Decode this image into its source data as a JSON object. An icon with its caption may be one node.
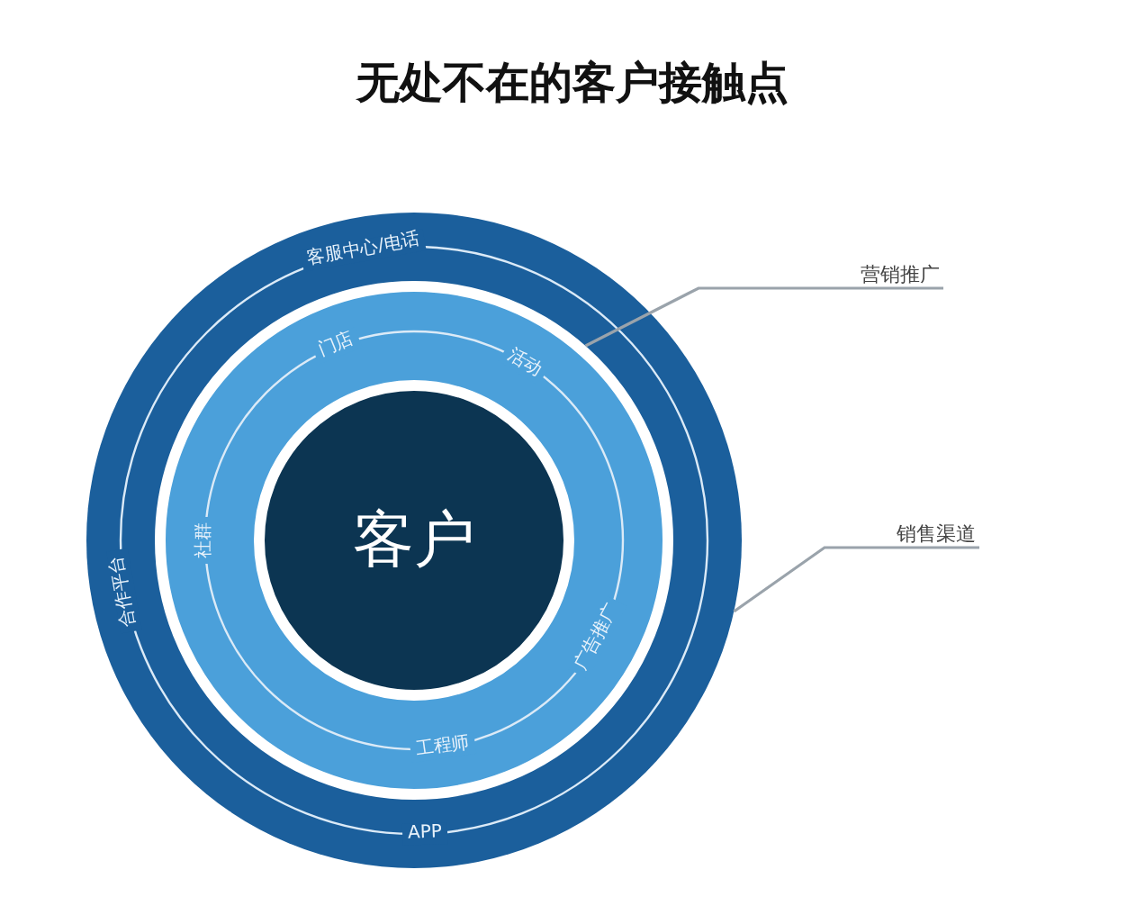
{
  "diagram": {
    "title": "无处不在的客户接触点",
    "nodes": [
      {
        "text": [
          "客服中心/电话",
          "合作平台",
          "APP"
        ]
      },
      {
        "text": [
          "门店",
          "活动",
          "社群",
          "工程师",
          "广告推广"
        ],
        "in": 0
      },
      {
        "text": [
          "客户"
        ],
        "in": 1
      },
      {
        "text": [
          "营销推广"
        ]
      },
      {
        "text": [
          "销售渠道"
        ]
      }
    ],
    "edges": [
      {
        "from": 3,
        "to": 1,
        "arrow": "none"
      },
      {
        "from": 4,
        "to": 0,
        "arrow": "none"
      }
    ]
  }
}
